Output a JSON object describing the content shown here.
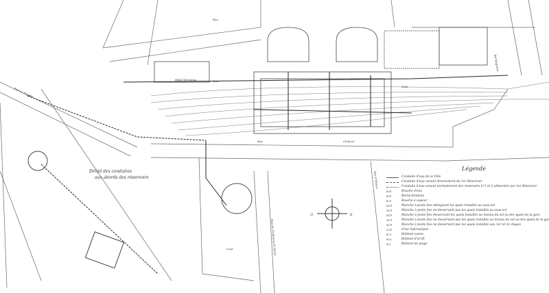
{
  "map": {
    "title_detail": [
      "Détail des conduites",
      "aux abords des réservoirs"
    ],
    "streets": {
      "rue_top": "Rue",
      "rue_bottom": "Rue",
      "chabrol": "Chabrol",
      "quai_left": "Quai",
      "quai_right": "Quai",
      "cour": "Cour",
      "hotel": "Hôtel Terminus",
      "rue_lafayette": "Rue La Fayette",
      "magenta": "Bd Magenta",
      "faubourg": "Rue du Faubourg St Denis",
      "alsace": "Rue d'Alsace",
      "compass_w": "O",
      "compass_e": "E"
    },
    "legend": {
      "title": "Légende",
      "items": [
        {
          "symbol": "line",
          "label": "Conduite d'eau de la Ville"
        },
        {
          "symbol": "dashed",
          "label": "Conduite d'eau venant directement du 1er Réservoir"
        },
        {
          "symbol": "dotted",
          "label": "Conduite d'eau venant normalement des réservoirs n°1 et 2 alimentée par 1er Réservoir"
        },
        {
          "symbol": "B.E.",
          "label": "Bouche d'eau"
        },
        {
          "symbol": "B.F.",
          "label": "Borne-fontaine"
        },
        {
          "symbol": "B.V.",
          "label": "Bouche à vapeur"
        },
        {
          "symbol": "M.P.",
          "label": "Manche à poste fixe atteignant les quais installés au sous-sol"
        },
        {
          "symbol": "M.P.",
          "label": "Manche à poste fixe ne desservant pas les quais installés au sous-sol"
        },
        {
          "symbol": "M.P.",
          "label": "Manche à poste fixe desservant les quais installés au niveau du sol ou des quais de la gare"
        },
        {
          "symbol": "M.P.",
          "label": "Manche à poste fixe ne desservant pas les quais installés au niveau du sol ou des quais de la gare"
        },
        {
          "symbol": "M.P.",
          "label": "Manche à poste fixe ne desservant pas les quais installés aux 1er et 2e étages"
        },
        {
          "symbol": "G.H.",
          "label": "Grue hydraulique"
        },
        {
          "symbol": "R.V.",
          "label": "Robinet-vanne"
        },
        {
          "symbol": "R.A.",
          "label": "Robinet d'arrêt"
        },
        {
          "symbol": "R.J.",
          "label": "Robinet de jauge"
        }
      ]
    }
  }
}
